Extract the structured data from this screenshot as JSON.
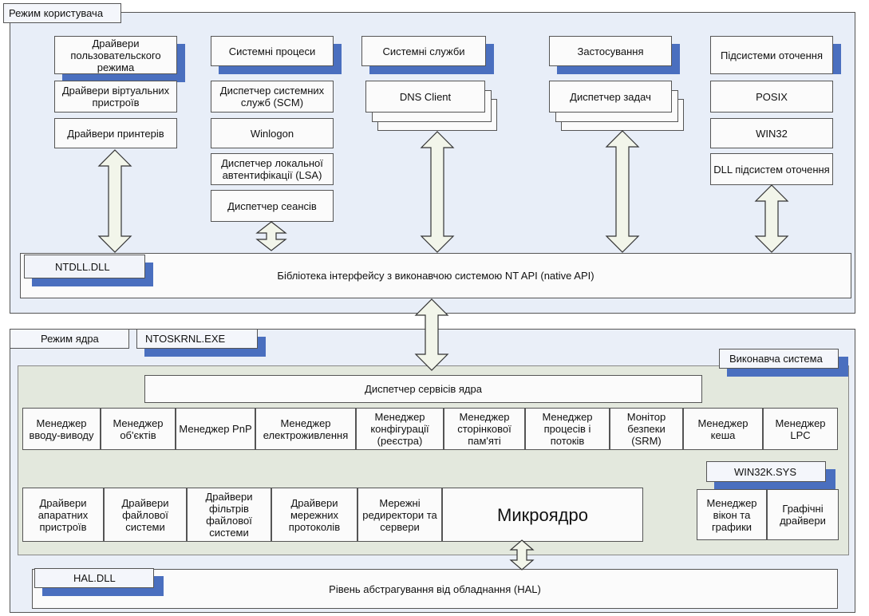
{
  "user_mode": {
    "label": "Режим користувача",
    "columns": [
      {
        "title": "Драйвери пользовательского режима",
        "items": [
          "Драйвери віртуальних пристроїв",
          "Драйвери принтерів"
        ]
      },
      {
        "title": "Системні процеси",
        "items": [
          "Диспетчер системних служб (SCM)",
          "Winlogon",
          "Диспетчер локальної автентифікації (LSA)",
          "Диспетчер сеансів"
        ]
      },
      {
        "title": "Системні служби",
        "items": [
          "DNS Client"
        ]
      },
      {
        "title": "Застосування",
        "items": [
          "Диспетчер задач"
        ]
      },
      {
        "title": "Підсистеми оточення",
        "items": [
          "POSIX",
          "WIN32",
          "DLL підсистем оточення"
        ]
      }
    ],
    "ntdll_tag": "NTDLL.DLL",
    "ntdll_desc": "Бібліотека інтерфейсу з виконавчою системою NT API (native API)"
  },
  "kernel_mode": {
    "label": "Режим ядра",
    "ntoskrnl_tag": "NTOSKRNL.EXE",
    "executive_label": "Виконавча система",
    "service_dispatcher": "Диспетчер сервісів ядра",
    "managers": [
      "Менеджер вводу-виводу",
      "Менеджер об'єктів",
      "Менеджер PnP",
      "Менеджер електроживлення",
      "Менеджер конфігурації (реєстра)",
      "Менеджер сторінкової пам'яті",
      "Менеджер процесів і потоків",
      "Монітор безпеки (SRM)",
      "Менеджер кеша",
      "Менеджер LPC"
    ],
    "drivers": [
      "Драйвери апаратних пристроїв",
      "Драйвери файлової системи",
      "Драйвери фільтрів файлової системи",
      "Драйвери мережних протоколів",
      "Мережні редиректори та сервери"
    ],
    "microkernel": "Микроядро",
    "win32k_tag": "WIN32K.SYS",
    "win32k_items": [
      "Менеджер вікон та графики",
      "Графічні драйвери"
    ],
    "hal_tag": "HAL.DLL",
    "hal_desc": "Рівень абстрагування від обладнання (HAL)"
  }
}
